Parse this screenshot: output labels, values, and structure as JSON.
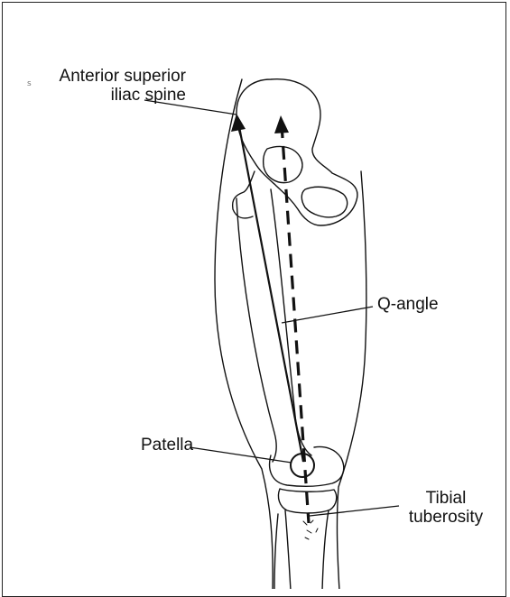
{
  "labels": {
    "asis_line1": "Anterior superior",
    "asis_line2": "iliac spine",
    "q_angle": "Q-angle",
    "patella": "Patella",
    "tibial_line1": "Tibial",
    "tibial_line2": "tuberosity"
  },
  "colors": {
    "ink": "#111111",
    "border": "#222222"
  },
  "icons": [
    "asis-arrow-icon",
    "hip-center-arrow-icon",
    "patella-circle-icon"
  ]
}
